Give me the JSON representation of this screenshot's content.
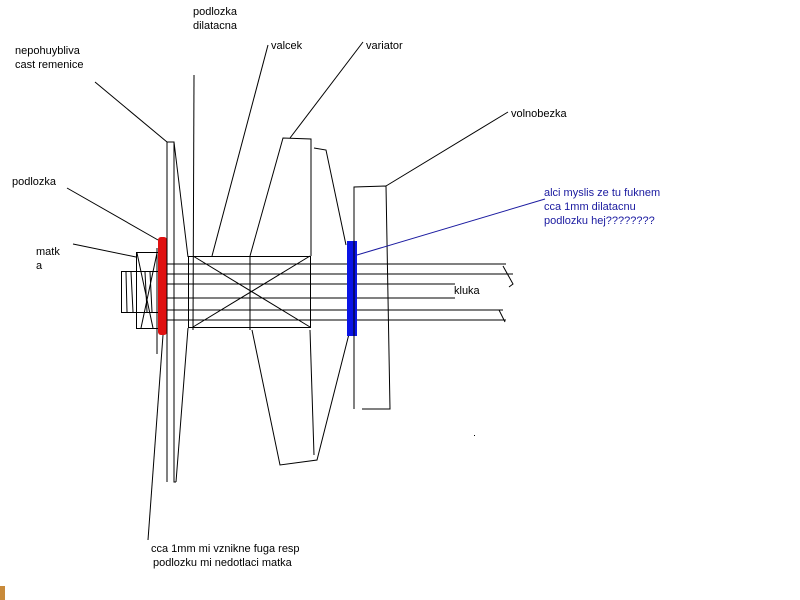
{
  "labels": {
    "podlozka_dilatacna": [
      "podlozka",
      "dilatacna"
    ],
    "nepohuybliva": [
      "nepohuybliva",
      "cast remenice"
    ],
    "valcek": "valcek",
    "variator": "variator",
    "volnobezka": "volnobezka",
    "podlozka": "podlozka",
    "matka": [
      "matk",
      "a"
    ],
    "kluka": "kluka",
    "question": [
      "alci myslis ze tu fuknem",
      "cca 1mm dilatacnu",
      "podlozku hej????????"
    ],
    "gap_note": [
      "cca 1mm mi vznikne fuga resp",
      "podlozku mi nedotlaci matka"
    ]
  },
  "colors": {
    "red_washer": "#e01010",
    "blue_washer": "#0a14e6",
    "question_text": "#1a1aa0",
    "line": "#000000"
  }
}
